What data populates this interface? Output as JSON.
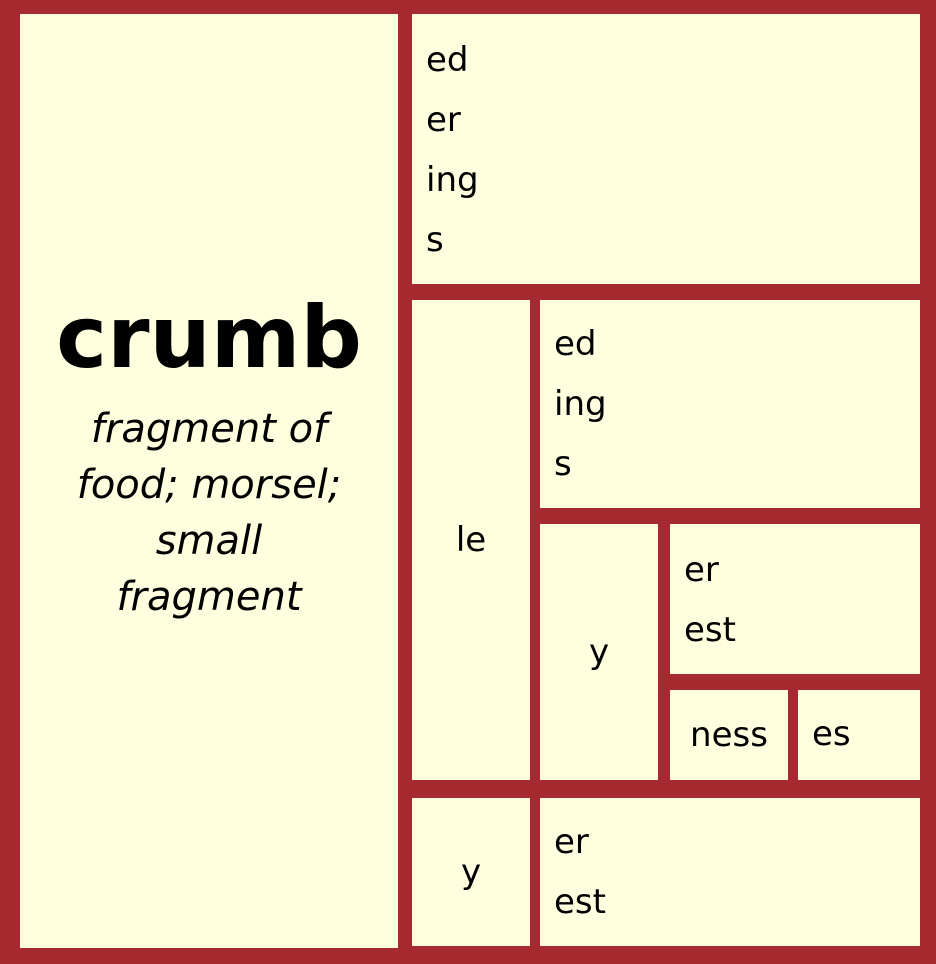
{
  "root": {
    "word": "crumb",
    "definition_lines": [
      "fragment of",
      "food; morsel;",
      "small",
      "fragment"
    ]
  },
  "suffix_block_1": {
    "items": [
      "ed",
      "er",
      "ing",
      "s"
    ]
  },
  "le_branch": {
    "label": "le",
    "suffixes": [
      "ed",
      "ing",
      "s"
    ],
    "y_branch": {
      "label": "y",
      "suffixes": [
        "er",
        "est"
      ],
      "ness": "ness",
      "es": "es"
    }
  },
  "y_branch": {
    "label": "y",
    "suffixes": [
      "er",
      "est"
    ]
  }
}
